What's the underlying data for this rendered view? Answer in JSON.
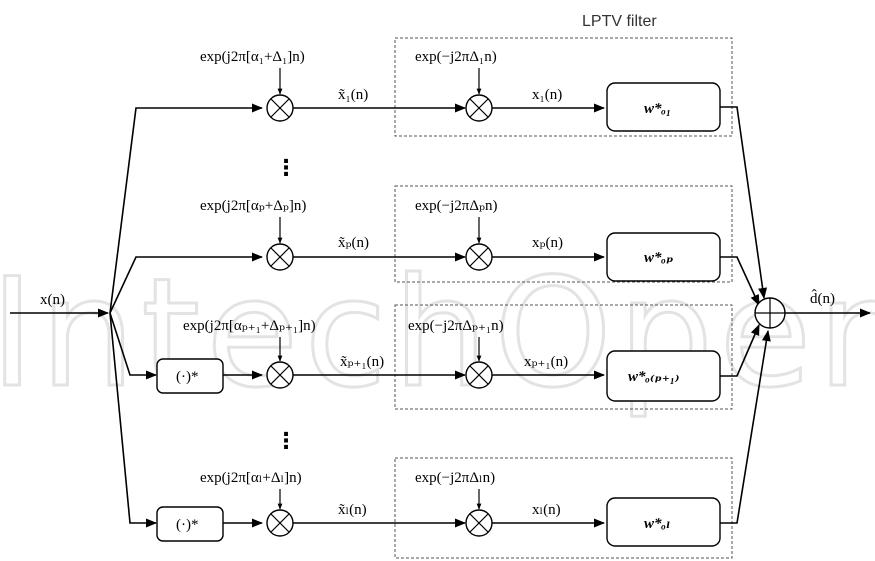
{
  "watermark": "IntechOpen",
  "lptv_label": "LPTV filter",
  "input": {
    "label": "x(n)"
  },
  "output": {
    "label": "d̂(n)"
  },
  "vertical_ellipsis": "⋮",
  "branches": [
    {
      "osc_label": "exp(j2π[α₁+Δ₁]n)",
      "shifted_label": "x̃₁(n)",
      "demod_label": "exp(−j2πΔ₁n)",
      "out_label": "x₁(n)",
      "filter_label": "w*ₒ₁",
      "conj": false
    },
    {
      "osc_label": "exp(j2π[αₚ+Δₚ]n)",
      "shifted_label": "x̃ₚ(n)",
      "demod_label": "exp(−j2πΔₚn)",
      "out_label": "xₚ(n)",
      "filter_label": "w*ₒₚ",
      "conj": false
    },
    {
      "osc_label": "exp(j2π[αₚ₊₁+Δₚ₊₁]n)",
      "shifted_label": "x̃ₚ₊₁(n)",
      "demod_label": "exp(−j2πΔₚ₊₁n)",
      "out_label": "xₚ₊₁(n)",
      "filter_label": "w*ₒ₍ₚ₊₁₎",
      "conj": true,
      "conj_label": "(·)*"
    },
    {
      "osc_label": "exp(j2π[αₗ+Δₗ]n)",
      "shifted_label": "x̃ₗ(n)",
      "demod_label": "exp(−j2πΔₗn)",
      "out_label": "xₗ(n)",
      "filter_label": "w*ₒₗ",
      "conj": true,
      "conj_label": "(·)*"
    }
  ]
}
